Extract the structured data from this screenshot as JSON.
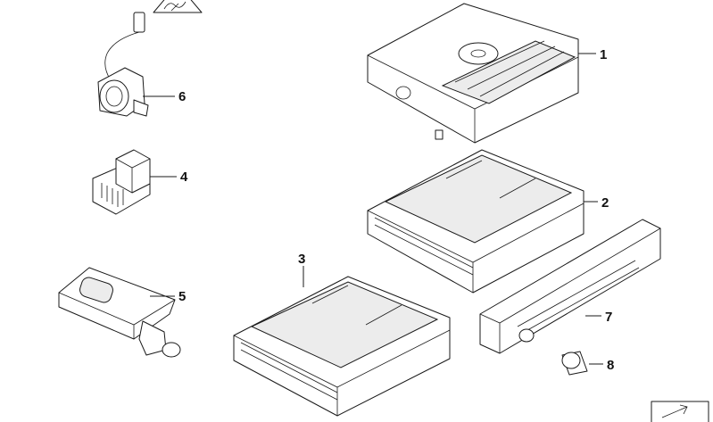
{
  "diagram": {
    "callouts": [
      {
        "id": "1",
        "label": "1"
      },
      {
        "id": "2",
        "label": "2"
      },
      {
        "id": "3",
        "label": "3"
      },
      {
        "id": "4",
        "label": "4"
      },
      {
        "id": "5",
        "label": "5"
      },
      {
        "id": "6",
        "label": "6"
      },
      {
        "id": "7",
        "label": "7"
      },
      {
        "id": "8",
        "label": "8"
      }
    ],
    "parts": [
      {
        "id": "1",
        "icon": "cd-drive-mechanism-icon"
      },
      {
        "id": "2",
        "icon": "navigation-unit-icon"
      },
      {
        "id": "3",
        "icon": "navigation-unit-icon"
      },
      {
        "id": "4",
        "icon": "relay-icon"
      },
      {
        "id": "5",
        "icon": "control-module-icon"
      },
      {
        "id": "6",
        "icon": "connector-with-cable-icon"
      },
      {
        "id": "7",
        "icon": "front-panel-icon"
      },
      {
        "id": "8",
        "icon": "rotary-knob-icon"
      }
    ],
    "corner_icons": [
      "warning-triangle-icon",
      "orientation-arrow-icon"
    ]
  }
}
